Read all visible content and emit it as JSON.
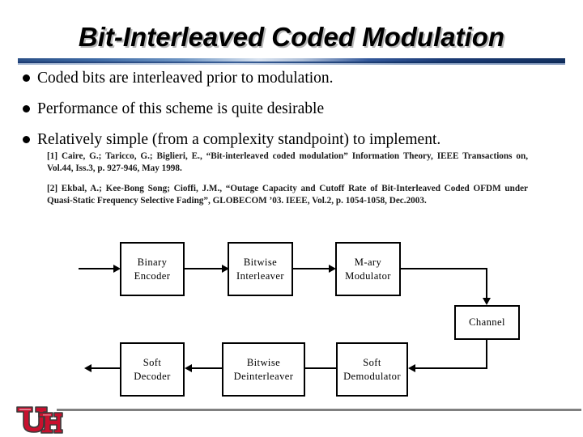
{
  "slide": {
    "title": "Bit-Interleaved Coded Modulation",
    "bullets": [
      "Coded bits are interleaved prior to modulation.",
      "Performance of this scheme is quite desirable",
      "Relatively simple (from a complexity standpoint) to implement."
    ],
    "references": [
      "[1] Caire, G.; Taricco, G.; Biglieri, E., “Bit-interleaved coded modulation” Information Theory, IEEE Transactions on, Vol.44, Iss.3, p. 927-946, May 1998.",
      "[2] Ekbal, A.; Kee-Bong Song; Cioffi, J.M., “Outage Capacity and Cutoff Rate of Bit-Interleaved Coded OFDM under Quasi-Static Frequency Selective Fading”, GLOBECOM ’03. IEEE, Vol.2, p. 1054-1058, Dec.2003."
    ]
  },
  "diagram": {
    "blocks": {
      "binary_encoder": {
        "line1": "Binary",
        "line2": "Encoder"
      },
      "bitwise_interleaver": {
        "line1": "Bitwise",
        "line2": "Interleaver"
      },
      "mary_modulator": {
        "line1": "M-ary",
        "line2": "Modulator"
      },
      "channel": {
        "line1": "Channel",
        "line2": ""
      },
      "soft_decoder": {
        "line1": "Soft",
        "line2": "Decoder"
      },
      "bitwise_deinterleaver": {
        "line1": "Bitwise",
        "line2": "Deinterleaver"
      },
      "soft_demodulator": {
        "line1": "Soft",
        "line2": "Demodulator"
      }
    }
  },
  "footer": {
    "logo_name": "university-of-houston-uh-logo",
    "logo_color": "#c8102e"
  },
  "colors": {
    "text": "#000000",
    "rule_blue": "#2a4f86",
    "footer_gray": "#808080",
    "logo_red": "#c8102e"
  }
}
